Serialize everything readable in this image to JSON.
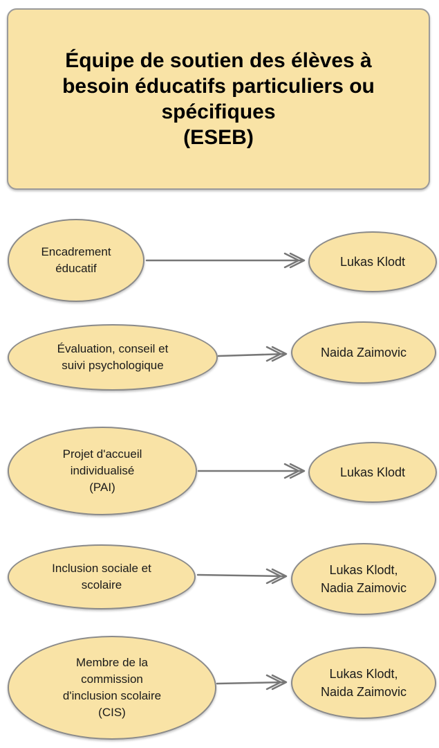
{
  "title": "Équipe de soutien  des élèves à\nbesoin éducatifs particuliers ou\nspécifiques\n(ESEB)",
  "rows": [
    {
      "role": "Encadrement\néducatif",
      "person": "Lukas Klodt"
    },
    {
      "role": "Évaluation, conseil et\nsuivi psychologique",
      "person": "Naida Zaimovic"
    },
    {
      "role": "Projet d'accueil\nindividualisé\n(PAI)",
      "person": "Lukas Klodt"
    },
    {
      "role": "Inclusion sociale et\nscolaire",
      "person": "Lukas Klodt,\nNadia Zaimovic"
    },
    {
      "role": "Membre de la\ncommission\nd'inclusion scolaire\n(CIS)",
      "person": "Lukas Klodt,\nNaida Zaimovic"
    }
  ],
  "colors": {
    "fill": "#f9e3a6",
    "border": "#8a8a8a",
    "arrow": "#777777"
  }
}
